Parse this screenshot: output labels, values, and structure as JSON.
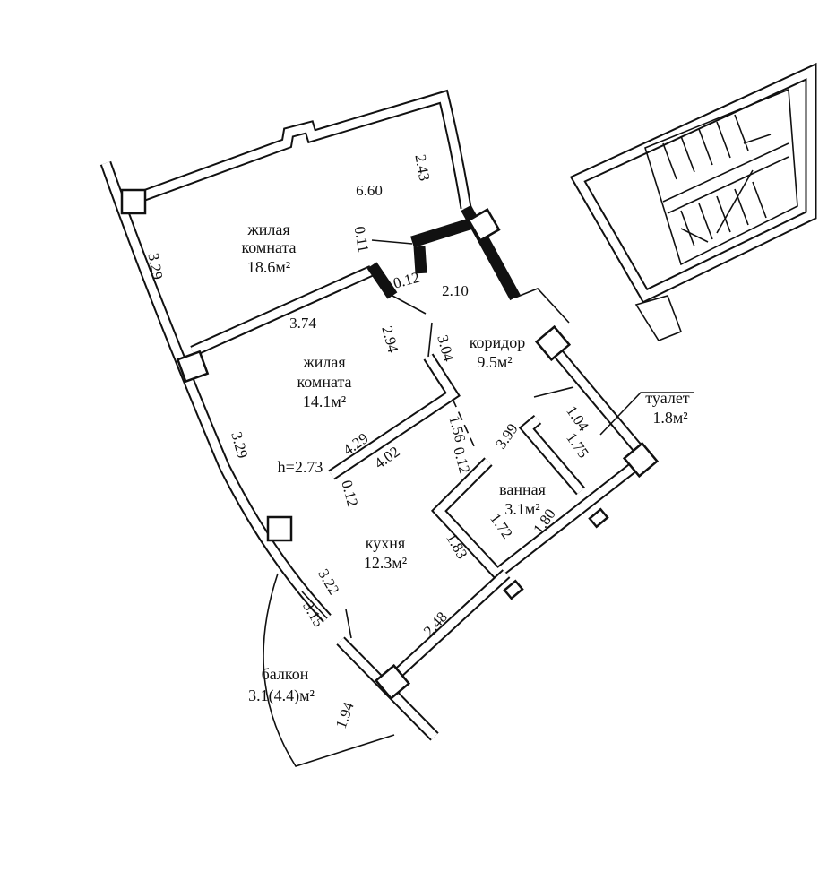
{
  "colors": {
    "line": "#111111",
    "background": "#ffffff"
  },
  "rooms": {
    "living1": {
      "name1": "жилая",
      "name2": "комната",
      "area": "18.6м²"
    },
    "living2": {
      "name1": "жилая",
      "name2": "комната",
      "area": "14.1м²"
    },
    "corridor": {
      "name": "коридор",
      "area": "9.5м²"
    },
    "toilet": {
      "name": "туалет",
      "area": "1.8м²"
    },
    "bathroom": {
      "name": "ванная",
      "area": "3.1м²"
    },
    "kitchen": {
      "name": "кухня",
      "area": "12.3м²"
    },
    "balcony": {
      "name": "балкон",
      "area": "3.1(4.4)м²"
    }
  },
  "height": "h=2.73",
  "dimensions": {
    "d660": "6.60",
    "d243": "2.43",
    "d329a": "3.29",
    "d011": "0.11",
    "d012a": "0.12",
    "d210": "2.10",
    "d374": "3.74",
    "d294": "2.94",
    "d304": "3.04",
    "d329b": "3.29",
    "d429": "4.29",
    "d402": "4.02",
    "d012b": "0.12",
    "d156": "1.56",
    "d012c": "0.12",
    "d399": "3.99",
    "d104": "1.04",
    "d175": "1.75",
    "d172": "1.72",
    "d180": "1.80",
    "d183": "1.83",
    "d322": "3.22",
    "d315": "3.15",
    "d248": "2.48",
    "d194": "1.94"
  }
}
